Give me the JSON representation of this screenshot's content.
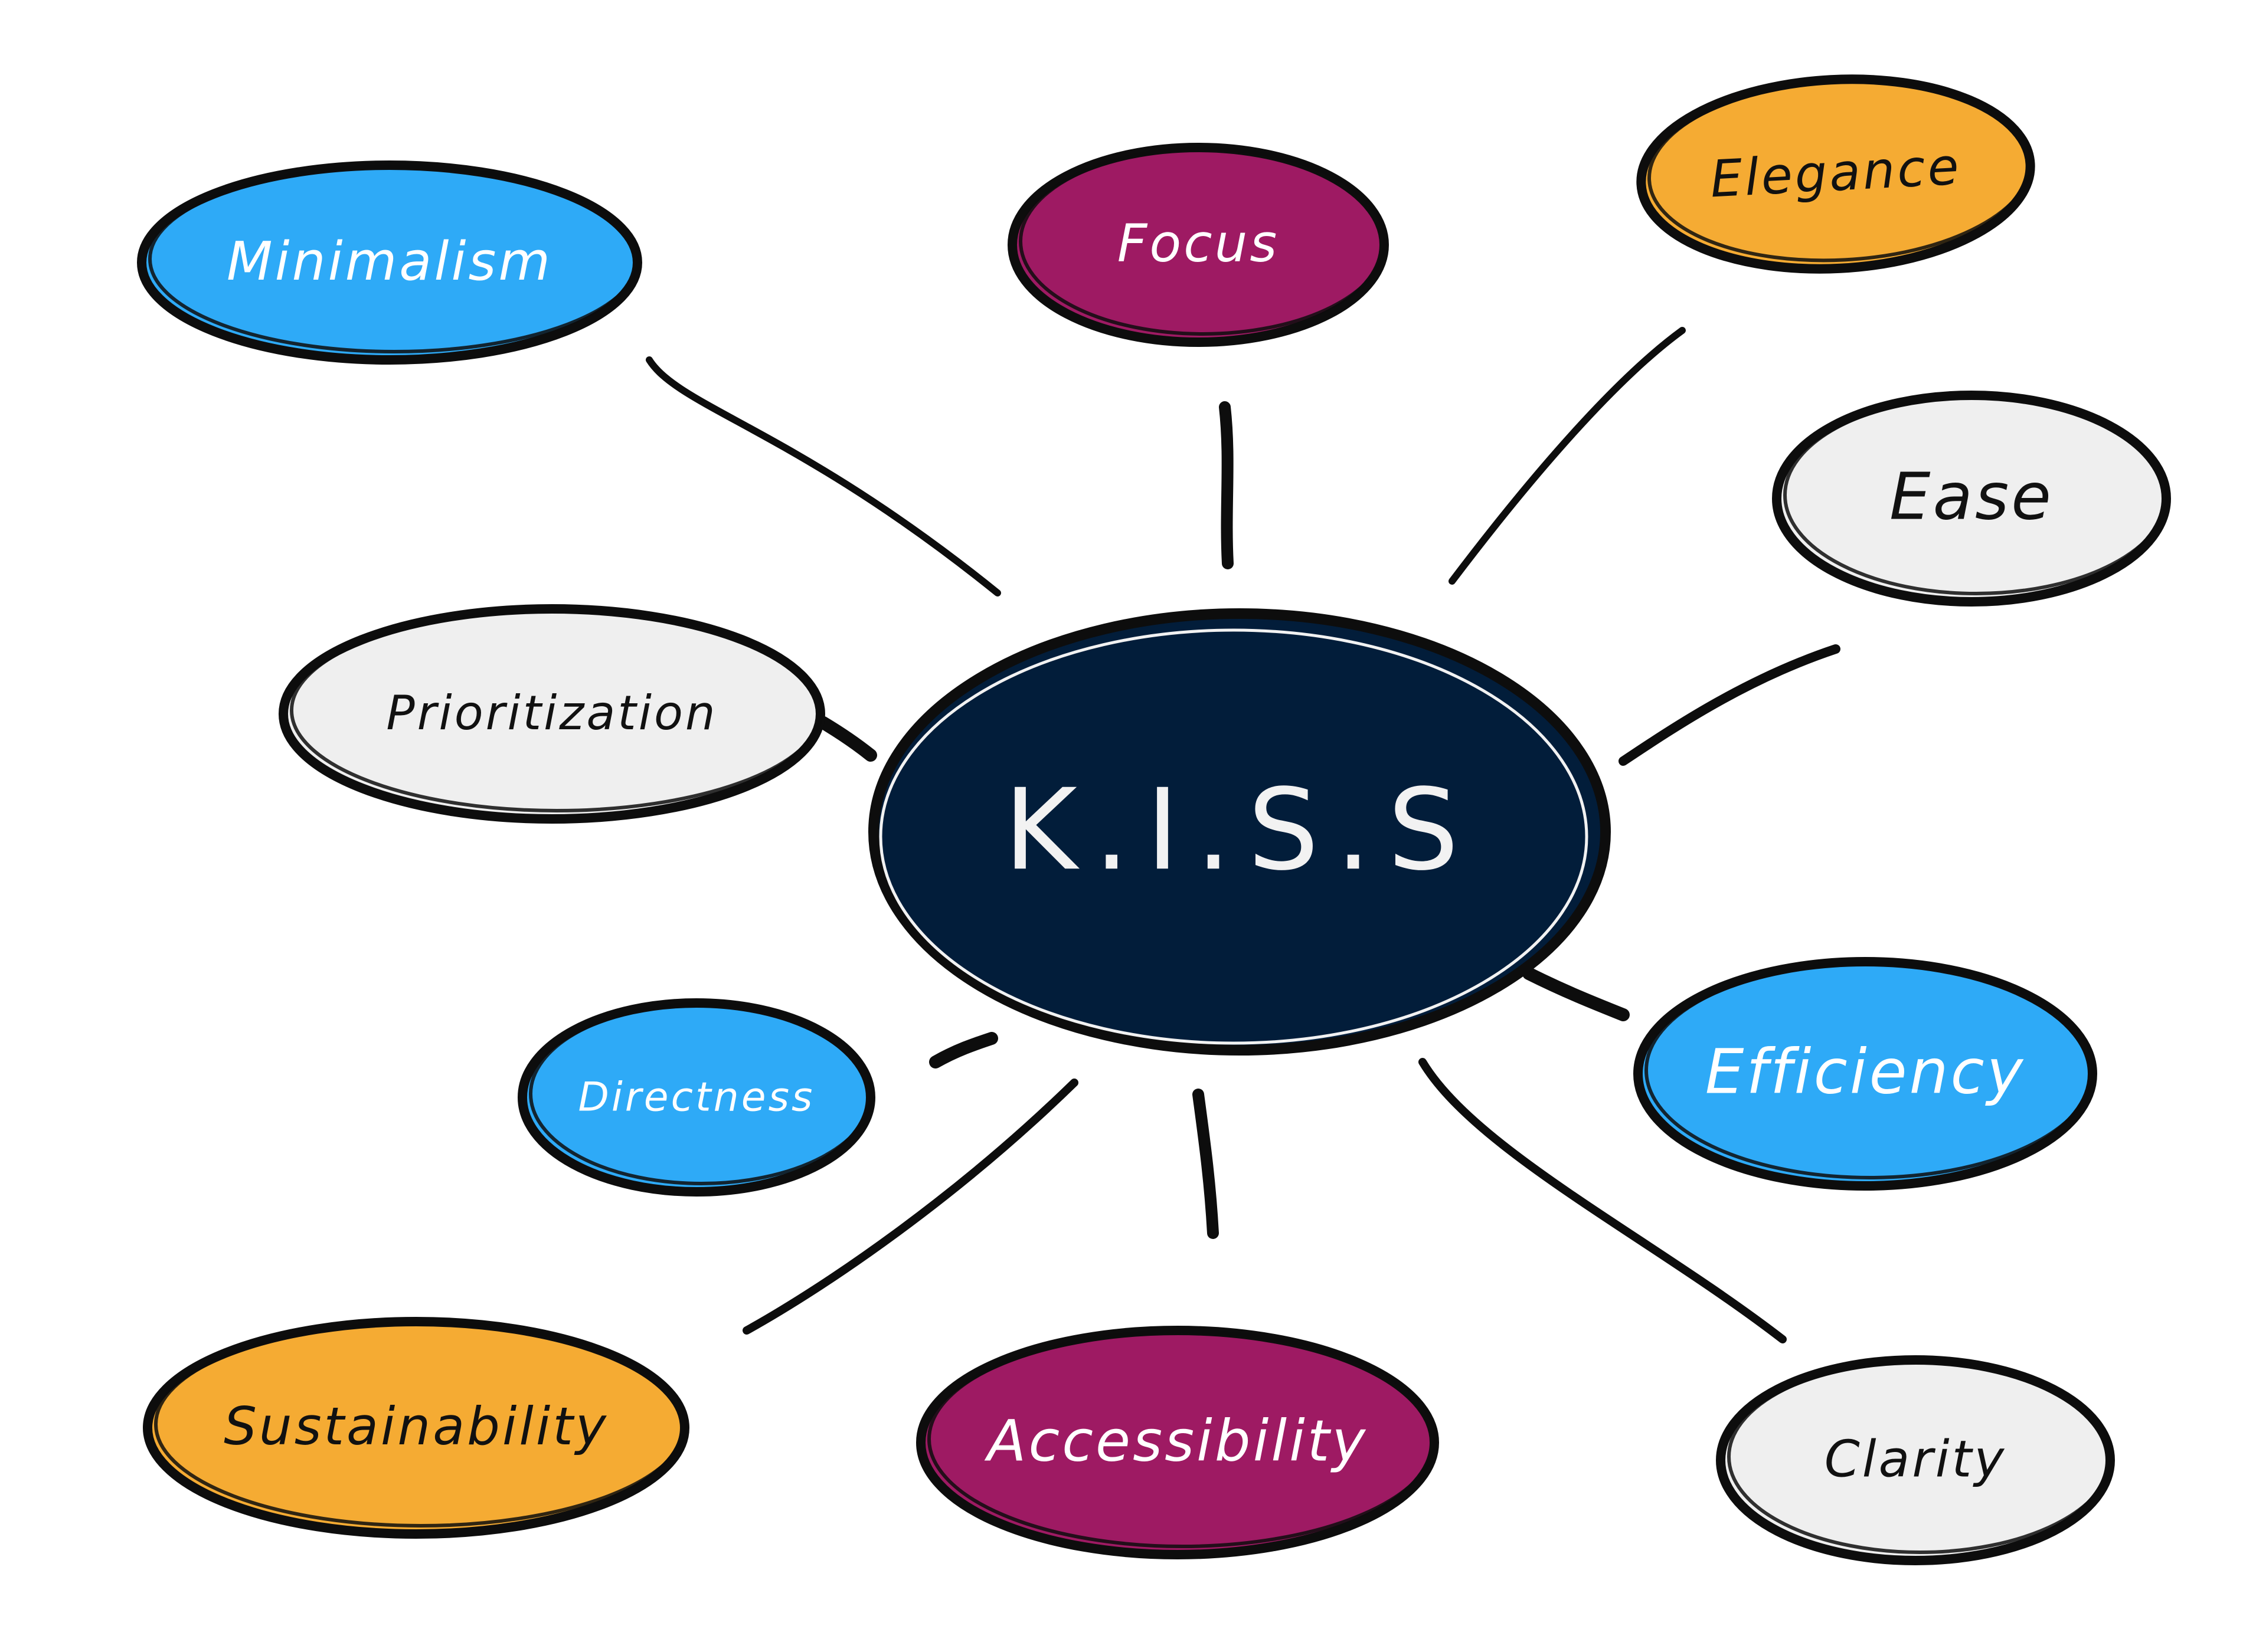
{
  "center": {
    "label": "K.I.S.S",
    "fill": "#021d3a",
    "text_color": "#f2f2f2"
  },
  "nodes": [
    {
      "id": "minimalism",
      "label": "Minimalism",
      "fill": "#2eaaf7",
      "text_color": "#ffffff"
    },
    {
      "id": "focus",
      "label": "Focus",
      "fill": "#9e1a63",
      "text_color": "#ffffff"
    },
    {
      "id": "elegance",
      "label": "Elegance",
      "fill": "#f5ab33",
      "text_color": "#111111"
    },
    {
      "id": "ease",
      "label": "Ease",
      "fill": "#efefef",
      "text_color": "#111111"
    },
    {
      "id": "prioritization",
      "label": "Prioritization",
      "fill": "#efefef",
      "text_color": "#111111"
    },
    {
      "id": "efficiency",
      "label": "Efficiency",
      "fill": "#2eaaf7",
      "text_color": "#ffffff"
    },
    {
      "id": "directness",
      "label": "Directness",
      "fill": "#2eaaf7",
      "text_color": "#ffffff"
    },
    {
      "id": "sustainability",
      "label": "Sustainability",
      "fill": "#f5ab33",
      "text_color": "#111111"
    },
    {
      "id": "accessibility",
      "label": "Accessibility",
      "fill": "#9e1a63",
      "text_color": "#ffffff"
    },
    {
      "id": "clarity",
      "label": "Clarity",
      "fill": "#efefef",
      "text_color": "#111111"
    }
  ]
}
